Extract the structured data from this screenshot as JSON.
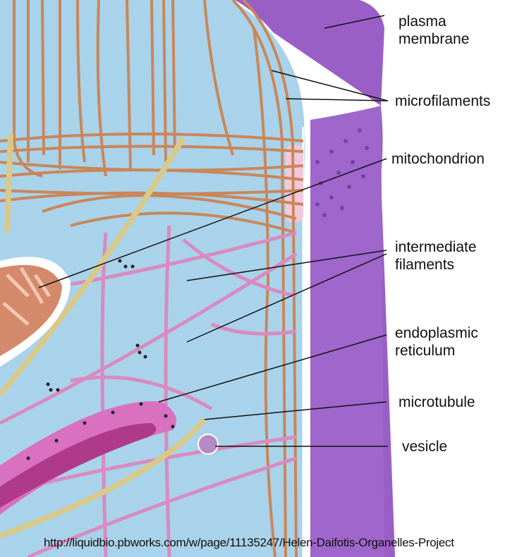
{
  "labels": {
    "plasma_membrane": [
      "plasma",
      "membrane"
    ],
    "microfilaments": "microfilaments",
    "mitochondrion": "mitochondrion",
    "intermediate_filaments": [
      "intermediate",
      "filaments"
    ],
    "endoplasmic_reticulum": [
      "endoplasmic",
      "reticulum"
    ],
    "microtubule": "microtubule",
    "vesicle": "vesicle"
  },
  "source_url": "http://liquidbio.pbworks.com/w/page/11135247/Helen-Daifotis-Organelles-Project",
  "colors": {
    "cytoplasm": "#a9d3ea",
    "membrane": "#9a5fc6",
    "microfilament": "#c9865a",
    "intermediate_filament": "#d98ac0",
    "microtubule": "#d8c98a",
    "er": "#c2469a"
  }
}
